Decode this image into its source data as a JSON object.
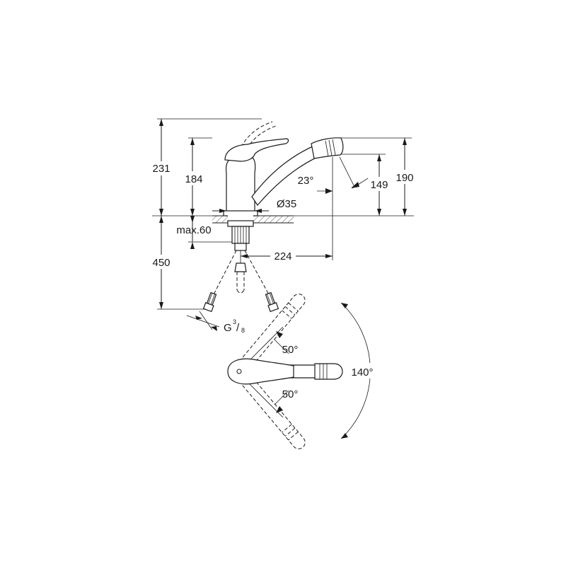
{
  "dimensions": {
    "total_height": "231",
    "lever_height": "184",
    "spout_angle": "23°",
    "base_diameter": "Ø35",
    "spout_height": "149",
    "top_height": "190",
    "max_thickness": "max.60",
    "spout_reach": "224",
    "hose_length": "450",
    "thread_prefix": "G",
    "thread_numerator": "3",
    "thread_denominator": "8"
  },
  "plan_view": {
    "swing_upper": "50°",
    "swing_lower": "50°",
    "swivel_total": "140°"
  },
  "colors": {
    "line": "#1a1a1a",
    "background": "#ffffff"
  }
}
